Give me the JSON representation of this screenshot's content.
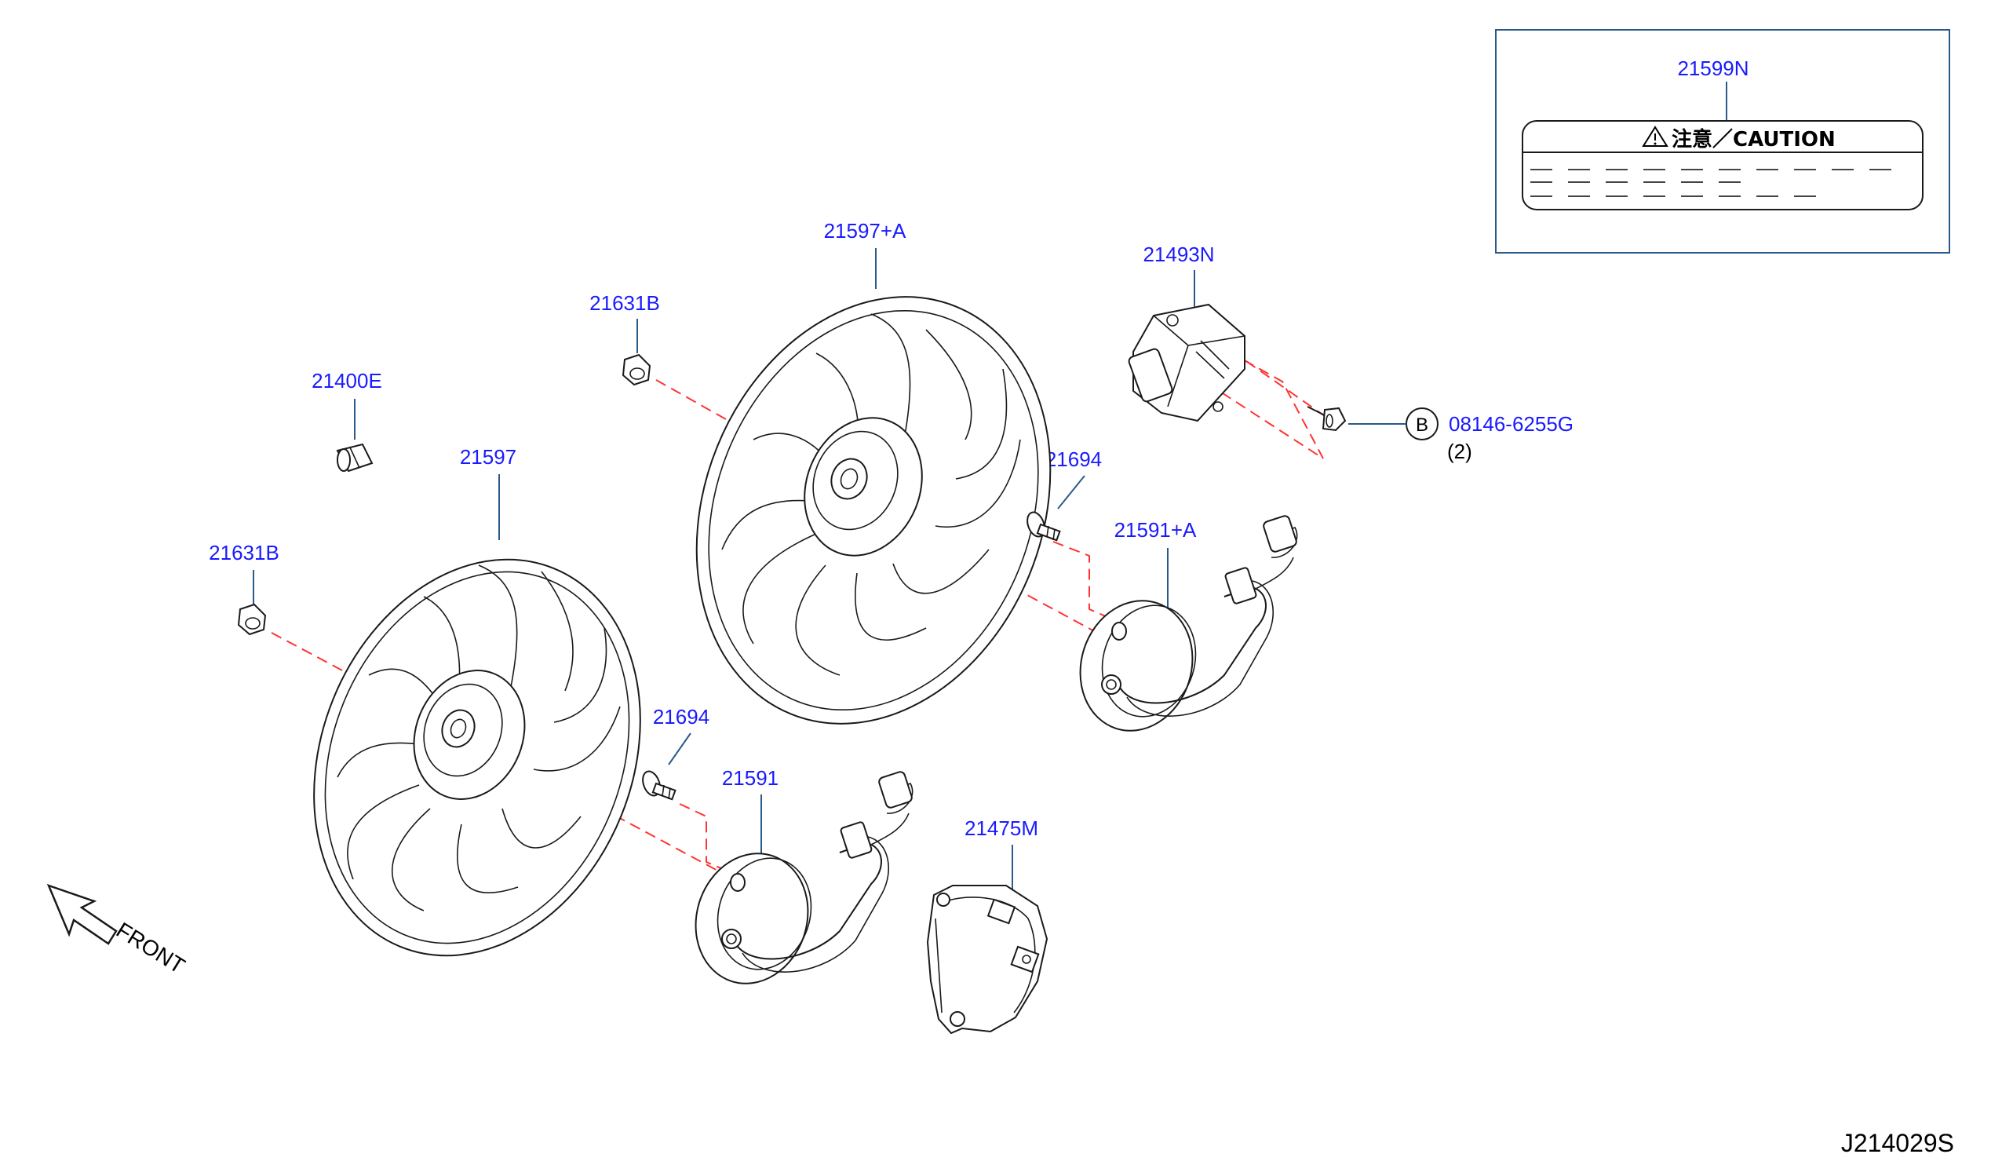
{
  "labels": {
    "p21599N": "21599N",
    "p21597A": "21597+A",
    "p21631B_top": "21631B",
    "p21400E": "21400E",
    "p21597": "21597",
    "p21631B_left": "21631B",
    "p21493N": "21493N",
    "p08146": "08146-6255G",
    "p08146_qty": "(2)",
    "p08146_ref": "B",
    "p21694_top": "21694",
    "p21591A": "21591+A",
    "p21694_bottom": "21694",
    "p21591": "21591",
    "p21475M": "21475M"
  },
  "caution": {
    "title": "注意／CAUTION",
    "icon": "warning-triangle-icon"
  },
  "direction": {
    "label": "FRONT",
    "icon": "front-arrow-icon"
  },
  "diagram_code": "J214029S",
  "colors": {
    "label": "#1a1aff",
    "dash": "#ff3333",
    "leader": "#2a5a8a"
  }
}
